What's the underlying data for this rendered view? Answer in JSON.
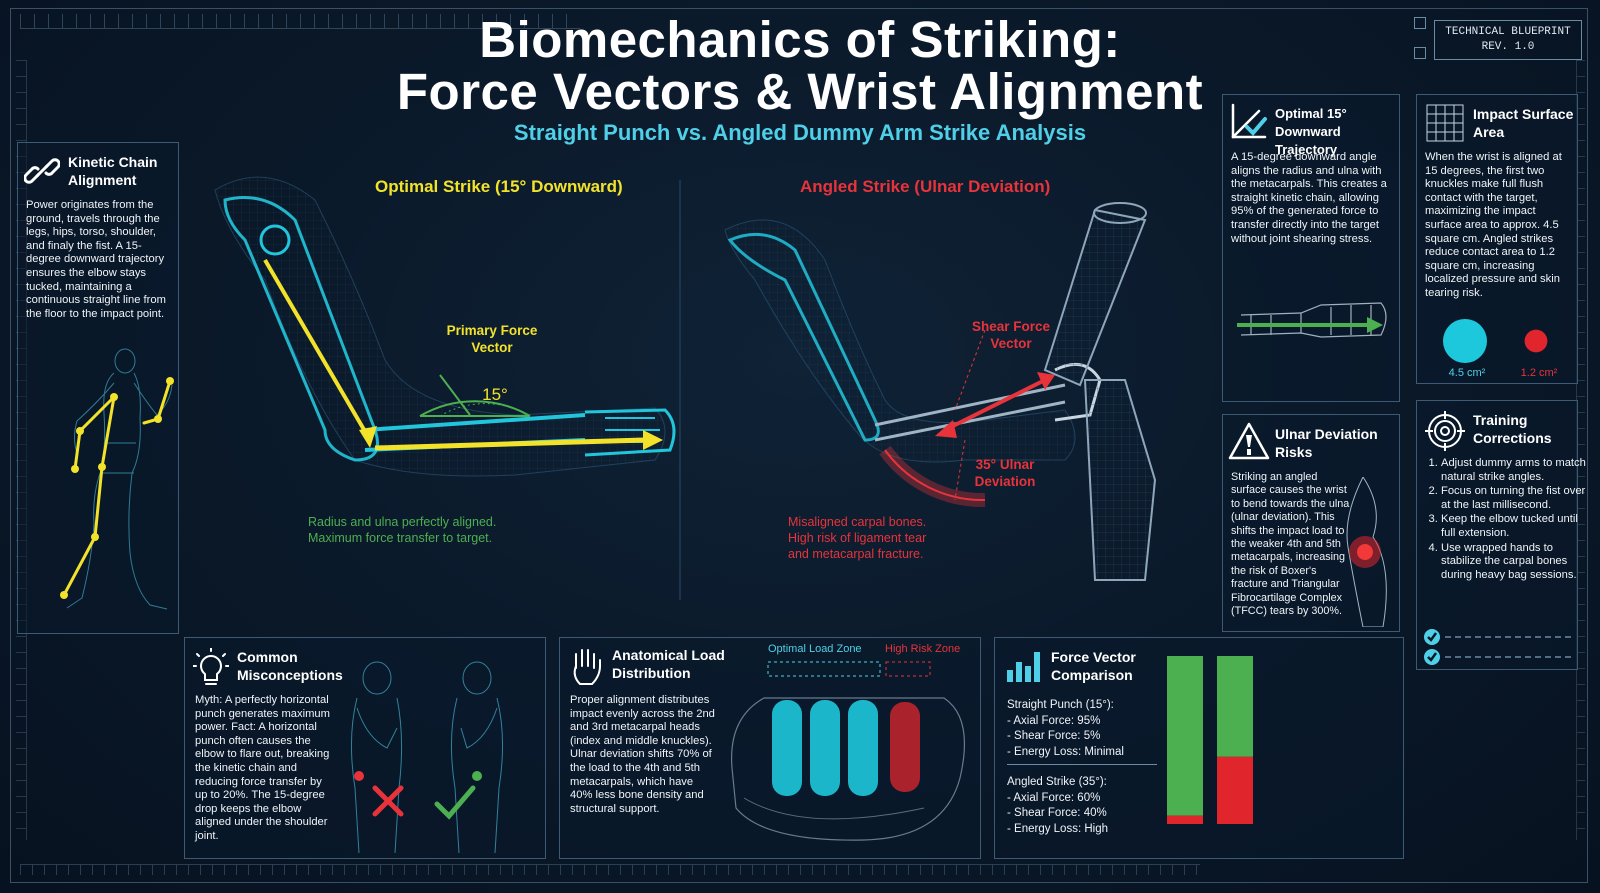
{
  "header": {
    "title_line1": "Biomechanics of Striking:",
    "title_line2": "Force Vectors & Wrist Alignment",
    "subtitle": "Straight Punch vs. Angled Dummy Arm Strike Analysis",
    "blueprint_line1": "TECHNICAL BLUEPRINT",
    "blueprint_line2": "REV. 1.0"
  },
  "kinetic_chain": {
    "title": "Kinetic Chain Alignment",
    "body": "Power originates from the ground, travels through the legs, hips, torso, shoulder, and finaly the fist. A 15-degree downward trajectory ensures the elbow stays tucked, maintaining a continuous straight line from the floor to the impact point."
  },
  "optimal_diagram": {
    "heading": "Optimal Strike (15° Downward)",
    "vector_label": "Primary Force Vector",
    "angle_label": "15°",
    "caption_line1": "Radius and ulna perfectly aligned.",
    "caption_line2": "Maximum force transfer to target."
  },
  "angled_diagram": {
    "heading": "Angled Strike (Ulnar Deviation)",
    "vector_label": "Shear Force Vector",
    "deviation_label": "35° Ulnar Deviation",
    "caption_line1": "Misaligned carpal bones.",
    "caption_line2": "High risk of ligament tear",
    "caption_line3": "and metacarpal fracture."
  },
  "optimal_trajectory": {
    "title": "Optimal 15° Downward Trajectory",
    "body": "A 15-degree downward angle aligns the radius and ulna with the metacarpals. This creates a straight kinetic chain, allowing 95% of the generated force to transfer directly into the target without joint shearing stress."
  },
  "impact_surface": {
    "title": "Impact Surface Area",
    "body": "When the wrist is aligned at 15 degrees, the first two knuckles make full flush contact with the target, maximizing the impact surface area to approx. 4.5 square cm. Angled strikes reduce contact area to 1.2 square cm, increasing localized pressure and skin tearing risk.",
    "large_label": "4.5 cm²",
    "small_label": "1.2 cm²",
    "large_value": 4.5,
    "small_value": 1.2,
    "large_color": "#1ec8dc",
    "small_color": "#e0262c"
  },
  "ulnar_risks": {
    "title": "Ulnar Deviation Risks",
    "body": "Striking an angled surface causes the wrist to bend towards the ulna (ulnar deviation). This shifts the impact load to the weaker 4th and 5th metacarpals, increasing the risk of Boxer's fracture and Triangular Fibrocartilage Complex (TFCC) tears by 300%."
  },
  "training": {
    "title": "Training Corrections",
    "steps": [
      "Adjust dummy arms to match natural strike angles.",
      "Focus on turning the fist over at the last millisecond.",
      "Keep the elbow tucked until full extension.",
      "Use wrapped hands to stabilize the carpal bones during heavy bag sessions."
    ]
  },
  "misconceptions": {
    "title": "Common Misconceptions",
    "body": "Myth: A perfectly horizontal punch generates maximum power. Fact: A horizontal punch often causes the elbow to flare out, breaking the kinetic chain and reducing force transfer by up to 20%. The 15-degree drop keeps the elbow aligned under the shoulder joint."
  },
  "load_distribution": {
    "title": "Anatomical Load Distribution",
    "body": "Proper alignment distributes impact evenly across the 2nd and 3rd metacarpal heads (index and middle knuckles). Ulnar deviation shifts 70% of the load to the 4th and 5th metacarpals, which have 40% less bone density and structural support.",
    "optimal_zone": "Optimal Load Zone",
    "risk_zone": "High Risk Zone"
  },
  "force_comparison": {
    "title": "Force Vector Comparison",
    "straight_heading": "Straight Punch (15°):",
    "straight_items": [
      "- Axial Force: 95%",
      "- Shear Force: 5%",
      "- Energy Loss: Minimal"
    ],
    "angled_heading": "Angled Strike (35°):",
    "angled_items": [
      "- Axial Force: 60%",
      "- Shear Force: 40%",
      "- Energy Loss: High"
    ]
  },
  "colors": {
    "accent_cyan": "#4fd0e8",
    "optimal_yellow": "#f2e32a",
    "risk_red": "#e8333a",
    "safe_green": "#4caf50",
    "bone_cyan": "#22c6dc"
  },
  "chart_data": {
    "type": "bar",
    "categories": [
      "Straight Punch (15°)",
      "Angled Strike (35°)"
    ],
    "series": [
      {
        "name": "Axial Force",
        "values": [
          95,
          60
        ]
      },
      {
        "name": "Shear Force",
        "values": [
          5,
          40
        ]
      }
    ],
    "stacked": true,
    "ylim": [
      0,
      100
    ],
    "colors": {
      "Axial Force": "#4caf50",
      "Shear Force": "#e0262c"
    }
  }
}
